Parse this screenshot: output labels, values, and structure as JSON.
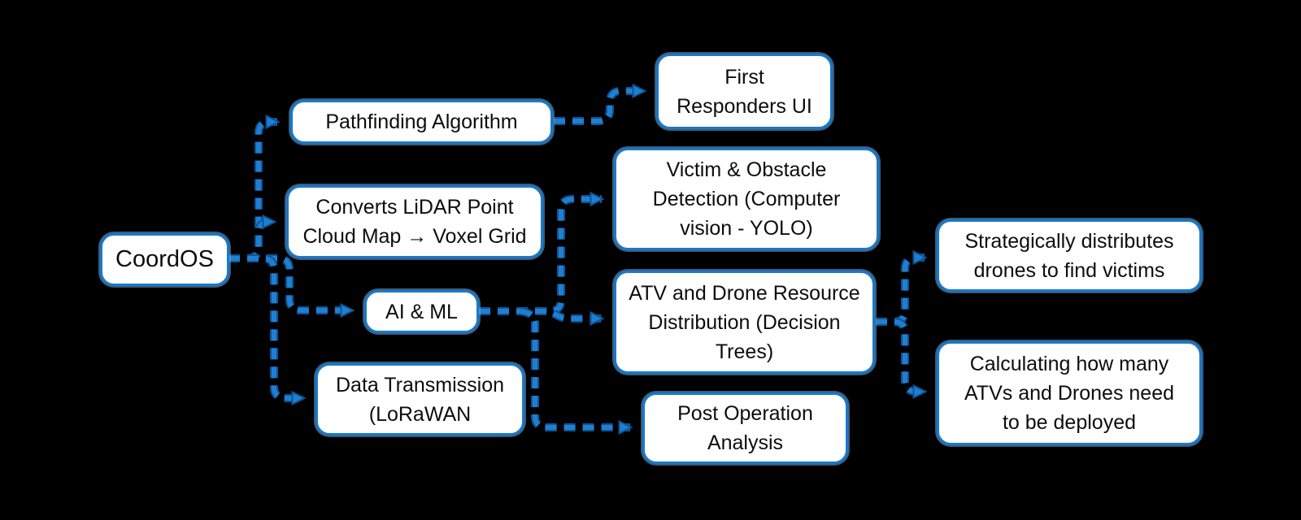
{
  "diagram": {
    "background_color": "#000000",
    "node_fill_color": "#ffffff",
    "node_border_color": "#1a79cc",
    "edge_color": "#1f7fd2",
    "edge_outline_color": "#0c5494",
    "text_color": "#0d0d0d",
    "edge_style": "dashed-arrow",
    "nodes": {
      "coordos": {
        "label": [
          "CoordOS"
        ]
      },
      "pathfinding": {
        "label": [
          "Pathfinding Algorithm"
        ]
      },
      "first_responders": {
        "label": [
          "First",
          "Responders UI"
        ]
      },
      "lidar": {
        "label": [
          "Converts LiDAR Point",
          "Cloud Map → Voxel Grid"
        ]
      },
      "ai_ml": {
        "label": [
          "AI & ML"
        ]
      },
      "victim_detection": {
        "label": [
          "Victim & Obstacle",
          "Detection (Computer",
          "vision - YOLO)"
        ]
      },
      "atv_drone": {
        "label": [
          "ATV and Drone Resource",
          "Distribution (Decision",
          "Trees)"
        ]
      },
      "data_transmission": {
        "label": [
          "Data Transmission",
          "(LoRaWAN"
        ]
      },
      "post_operation": {
        "label": [
          "Post Operation",
          "Analysis"
        ]
      },
      "strategic_distribution": {
        "label": [
          "Strategically distributes",
          "drones to find victims"
        ]
      },
      "calculating_deployment": {
        "label": [
          "Calculating how many",
          "ATVs and Drones need",
          "to be deployed"
        ]
      }
    },
    "edges": [
      {
        "from": "coordos",
        "to": "pathfinding"
      },
      {
        "from": "coordos",
        "to": "lidar"
      },
      {
        "from": "coordos",
        "to": "ai_ml"
      },
      {
        "from": "coordos",
        "to": "data_transmission"
      },
      {
        "from": "pathfinding",
        "to": "first_responders"
      },
      {
        "from": "ai_ml",
        "to": "victim_detection"
      },
      {
        "from": "ai_ml",
        "to": "atv_drone"
      },
      {
        "from": "ai_ml",
        "to": "post_operation"
      },
      {
        "from": "atv_drone",
        "to": "strategic_distribution"
      },
      {
        "from": "atv_drone",
        "to": "calculating_deployment"
      }
    ]
  }
}
